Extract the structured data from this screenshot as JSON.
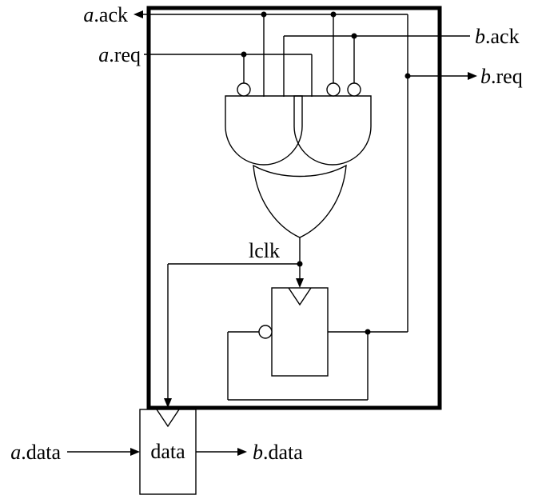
{
  "labels": {
    "a_ack": {
      "var": "a",
      "rest": ".ack"
    },
    "a_req": {
      "var": "a",
      "rest": ".req"
    },
    "b_ack": {
      "var": "b",
      "rest": ".ack"
    },
    "b_req": {
      "var": "b",
      "rest": ".req"
    },
    "lclk": "lclk",
    "data_register": "data",
    "a_data": {
      "var": "a",
      "rest": ".data"
    },
    "b_data": {
      "var": "b",
      "rest": ".data"
    }
  },
  "colors": {
    "ink": "#000000",
    "background": "#ffffff"
  }
}
